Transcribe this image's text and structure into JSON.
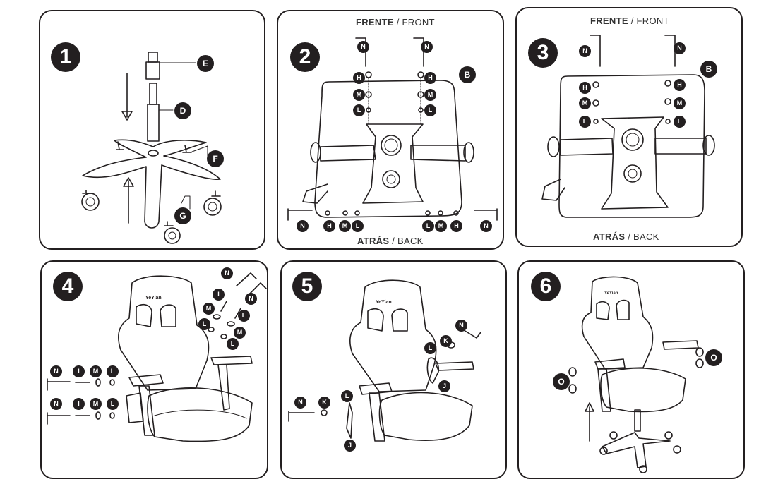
{
  "steps": [
    "1",
    "2",
    "3",
    "4",
    "5",
    "6"
  ],
  "captions": {
    "front_strong": "FRENTE",
    "front_rest": " / FRONT",
    "back_strong": "ATRÁS",
    "back_rest": " / BACK"
  },
  "part_labels": {
    "B": "B",
    "D": "D",
    "E": "E",
    "F": "F",
    "G": "G",
    "H": "H",
    "I": "I",
    "J": "J",
    "K": "K",
    "L": "L",
    "M": "M",
    "N": "N",
    "O": "O"
  },
  "brand": "YeYian"
}
